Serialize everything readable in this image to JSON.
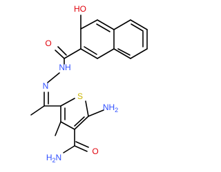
{
  "molecule": {
    "atoms": {
      "hydroxyl": {
        "label": "HO",
        "color": "#e0000b"
      },
      "carbonyl_o_top": {
        "label": "O",
        "color": "#e0000b"
      },
      "hydrazide_nh": {
        "label": "NH",
        "color": "#2f4fff"
      },
      "imine_n": {
        "label": "N",
        "color": "#2f4fff"
      },
      "ring_s": {
        "label": "S",
        "color": "#c9b400"
      },
      "amino": {
        "label": "NH",
        "sub": "2",
        "color": "#2f4fff"
      },
      "carbonyl_o_bottom": {
        "label": "O",
        "color": "#e0000b"
      },
      "amide_nh2": {
        "label": "H",
        "sub": "2",
        "suffix": "N",
        "color": "#2f4fff"
      }
    },
    "colors": {
      "bond": "#000000",
      "oxygen": "#e0000b",
      "nitrogen": "#2f4fff",
      "sulfur": "#c9b400",
      "background": "#ffffff"
    }
  }
}
